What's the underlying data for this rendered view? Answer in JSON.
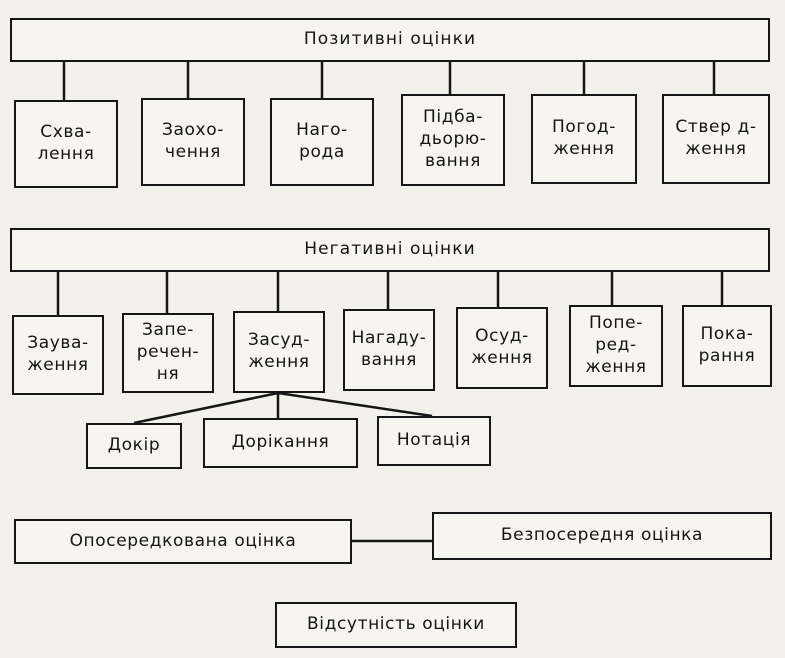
{
  "positive": {
    "title": "Позитивні оцінки",
    "items": [
      "Схва-\nлення",
      "Заохо-\nчення",
      "Наго-\nрода",
      "Підба-\nдьорю-\nвання",
      "Погод-\nження",
      "Ствер д-\nження"
    ]
  },
  "negative": {
    "title": "Негативні оцінки",
    "items": [
      "Заува-\nження",
      "Запе-\nречен-\nня",
      "Засуд-\nження",
      "Нагаду-\nвання",
      "Осуд-\nження",
      "Попе-\nред-\nження",
      "Пока-\nрання"
    ],
    "sub_items": [
      "Докір",
      "Дорікання",
      "Нотація"
    ]
  },
  "mediated": "Опосередкована оцінка",
  "direct": "Безпосередня оцінка",
  "absence": "Відсутність оцінки"
}
